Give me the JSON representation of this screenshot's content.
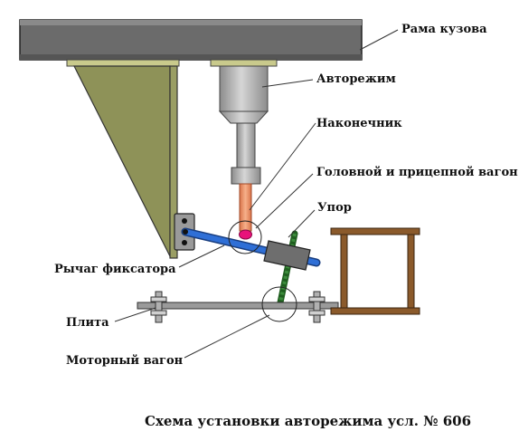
{
  "labels": {
    "body_frame": "Рама кузова",
    "autoregime": "Авторежим",
    "tip": "Наконечник",
    "head_trailer_car": "Головной и прицепной вагон",
    "stop": "Упор",
    "lock_lever": "Рычаг фиксатора",
    "plate": "Плита",
    "motor_car": "Моторный вагон"
  },
  "caption": "Схема установки авторежима усл. № 606",
  "colors": {
    "frame": "#6b6b6b",
    "bracket": "#8e9258",
    "autoregime_body": "#b4b4b4",
    "tip": "#f0936a",
    "tip_ball": "#e8127a",
    "lever": "#2f6fd6",
    "stop_rod": "#3c8c3c",
    "wood_frame": "#8b5a2b"
  }
}
